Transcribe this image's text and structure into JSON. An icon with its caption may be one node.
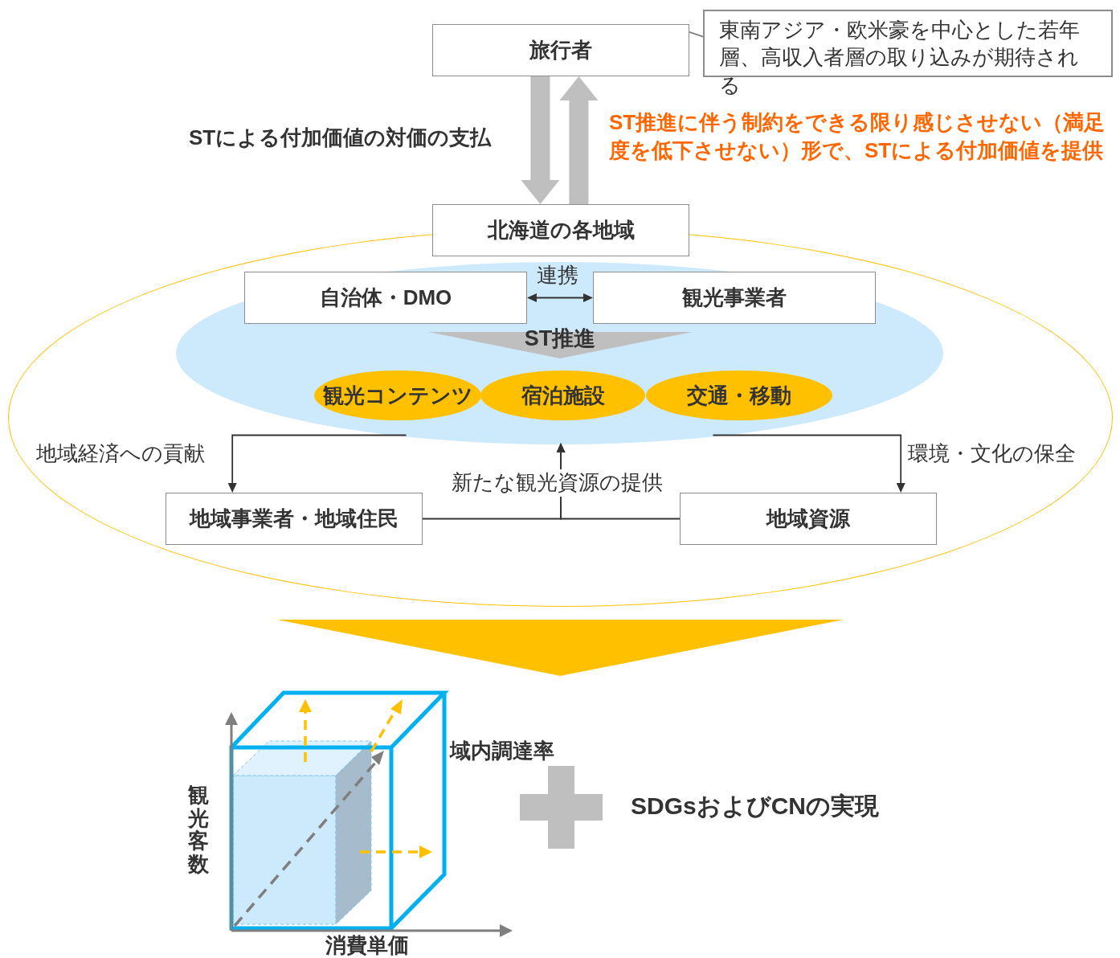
{
  "diagram": {
    "nodes": [
      {
        "text": [
          "旅行者"
        ]
      },
      {
        "text": [
          "東南アジア・欧米豪を中心とした若年層、高収入者層の取り込みが期待される"
        ]
      },
      {
        "text": [
          "北海道の各地域"
        ]
      },
      {
        "text": [],
        "shape": "ellipse"
      },
      {
        "text": [],
        "shape": "ellipse",
        "in": 3
      },
      {
        "text": [
          "自治体・DMO"
        ],
        "in": 4
      },
      {
        "text": [
          "観光事業者"
        ],
        "in": 4
      },
      {
        "text": [
          "観光コンテンツ"
        ],
        "in": 4
      },
      {
        "text": [
          "宿泊施設"
        ],
        "in": 4
      },
      {
        "text": [
          "交通・移動"
        ],
        "in": 4
      },
      {
        "text": [
          "地域事業者・地域住民"
        ],
        "in": 3
      },
      {
        "text": [
          "地域資源"
        ],
        "in": 3
      }
    ],
    "edges": [
      {
        "from": 1,
        "to": 0,
        "arrow": "none",
        "color": "#7f7f7f"
      },
      {
        "from": 0,
        "to": 2,
        "arrow": "to",
        "style": "thick",
        "color": "#bfbfbf",
        "label": "STによる付加価値の対価の支払"
      },
      {
        "from": 2,
        "to": 0,
        "arrow": "to",
        "style": "thick",
        "color": "#bfbfbf",
        "label": "ST推進に伴う制約をできる限り感じさせない（満足度を低下させない）形で、STによる付加価値を提供"
      },
      {
        "from": 5,
        "to": 6,
        "arrow": "both",
        "label": "連携"
      },
      {
        "from": 4,
        "to": 10,
        "arrow": "to",
        "label": "地域経済への貢献"
      },
      {
        "from": 4,
        "to": 11,
        "arrow": "to",
        "label": "環境・文化の保全"
      },
      {
        "from": 10,
        "to": 4,
        "arrow": "to",
        "label": "新たな観光資源の提供"
      },
      {
        "from": 11,
        "to": 4,
        "arrow": "to"
      },
      {
        "from": 3,
        "to": null,
        "arrow": "to",
        "style": "thick",
        "color": "#ffc000"
      }
    ],
    "labels": [
      "ST推進",
      "域内調達率",
      "観光客数",
      "消費単価",
      "SDGsおよびCNの実現"
    ]
  }
}
